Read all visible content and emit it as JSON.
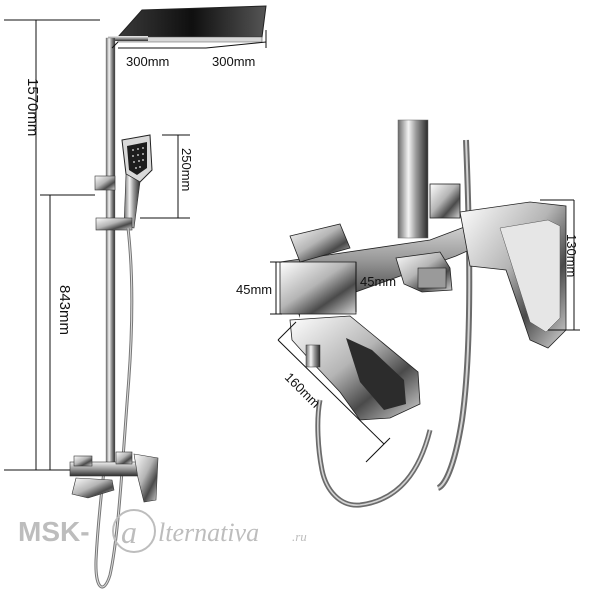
{
  "dimensions": {
    "overall_height": "1570mm",
    "mixer_height": "843mm",
    "head_width": "300mm",
    "head_depth": "300mm",
    "hand_shower_height": "250mm",
    "mixer_depth_a": "45mm",
    "mixer_depth_b": "45mm",
    "handle_height": "130mm",
    "spout_length": "160mm"
  },
  "watermark": {
    "prefix": "MSK-",
    "logo_letter": "a",
    "suffix": "lternativa",
    "tld": ".ru"
  },
  "colors": {
    "chrome_dark": "#1b1b1b",
    "chrome_mid": "#8a8a8a",
    "chrome_light": "#eeeeee",
    "watermark": "#bdbdbd"
  }
}
